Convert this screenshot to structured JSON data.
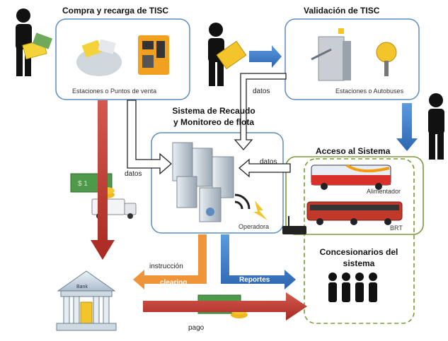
{
  "compra": {
    "title": "Compra y recarga de TISC",
    "caption": "Estaciones o Puntos de venta"
  },
  "validacion": {
    "title": "Validación de TISC",
    "caption": "Estaciones o Autobuses"
  },
  "sistema": {
    "title_line1": "Sistema de Recaudo",
    "title_line2": "y Monitoreo de flota",
    "operator": "Operadora"
  },
  "acceso": {
    "title": "Acceso al Sistema",
    "feeder": "Alimentador",
    "brt": "BRT"
  },
  "concesionarios": {
    "line1": "Concesionarios del",
    "line2": "sistema"
  },
  "labels": {
    "datos_top": "datos",
    "datos_right": "datos",
    "datos_left": "datos",
    "instruccion": "instrucción",
    "clearing": "clearing",
    "reportes": "Reportes",
    "pago": "pago",
    "bank": "Bank"
  },
  "colors": {
    "box_border": "#5b8bbf",
    "green_border": "#7a9a3a",
    "red_arrow": "#c0392b",
    "blue_arrow": "#3f7fc7",
    "orange_arrow": "#f0943a"
  }
}
